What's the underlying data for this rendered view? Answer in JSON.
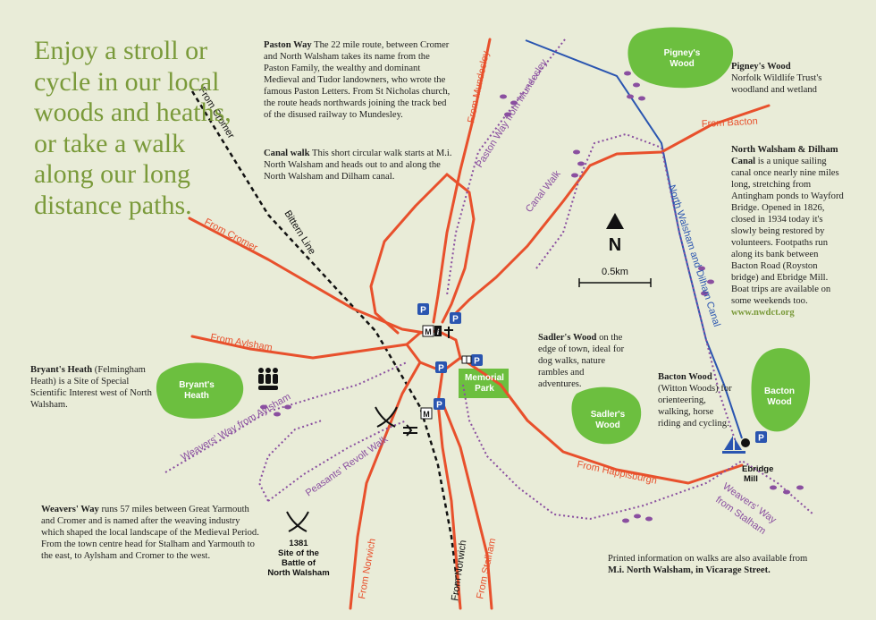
{
  "intro": "Enjoy a stroll or cycle in our local woods and heaths, or take a walk along our long distance paths.",
  "paston": {
    "title": "Paston Way",
    "text": " The 22 mile route, between Cromer and North Walsham takes its name from the Paston Family, the wealthy and dominant Medieval and Tudor landowners, who wrote the famous Paston Letters. From St Nicholas church, the route heads northwards joining the track bed of the disused railway to Mundesley."
  },
  "canal_walk": {
    "title": "Canal walk",
    "text": " This short circular walk starts at M.i. North Walsham and heads out to and along the North Walsham and Dilham canal."
  },
  "pigneys": {
    "title": "Pigney's Wood",
    "text": "Norfolk Wildlife Trust's woodland and wetland"
  },
  "canal_info": {
    "title": "North Walsham & Dilham Canal",
    "text": " is a unique sailing canal once nearly nine miles long, stretching from Antingham ponds to Wayford Bridge. Opened in 1826, closed in 1934 today it's slowly being restored by volunteers. Footpaths run along its bank between Bacton Road (Royston bridge) and Ebridge Mill. Boat trips are available on some weekends too.",
    "link": "www.nwdct.org"
  },
  "sadlers": {
    "title": "Sadler's Wood",
    "text": " on the edge of town, ideal for dog walks, nature rambles and adventures."
  },
  "bacton_wood": {
    "title": "Bacton Wood",
    "text": "(Witton Woods) for orienteering, walking, horse riding and cycling."
  },
  "bryants": {
    "title": "Bryant's Heath",
    "text": " (Felmingham Heath) is a Site of Special Scientific Interest west of North Walsham."
  },
  "weavers": {
    "title": "Weavers' Way",
    "text": " runs 57 miles between Great Yarmouth and Cromer and is named after the weaving industry which shaped the local landscape of the Medieval Period. From the town centre head for Stalham and Yarmouth to the east, to Aylsham and Cromer to the west."
  },
  "printed": {
    "line1": "Printed information on walks are also available from",
    "line2": "M.i. North Walsham, in Vicarage Street."
  },
  "map": {
    "roads": {
      "cromer_w": "From Cromer",
      "mundesley": "From Mundesley",
      "bacton": "From Bacton",
      "aylsham": "From Aylsham",
      "happisburgh": "From Happisburgh",
      "norwich_w": "From Norwich",
      "norwich_e": "From Norwich",
      "stalham": "From Stalham"
    },
    "rail": {
      "from_cromer": "From Cromer",
      "bittern": "Bittern Line"
    },
    "paths": {
      "paston_way": "Paston Way from Mundesley",
      "canal_walk": "Canal Walk",
      "weavers_w": "Weavers' Way from Aylsham",
      "peasants": "Peasants' Revolt Walk",
      "weavers_e_1": "Weavers' Way",
      "weavers_e_2": "from Stalham"
    },
    "canal": "North Walsham and Dilham Canal",
    "woods": {
      "pigneys": [
        "Pigney's",
        "Wood"
      ],
      "bryants": [
        "Bryant's",
        "Heath"
      ],
      "sadlers": [
        "Sadler's",
        "Wood"
      ],
      "bacton": [
        "Bacton",
        "Wood"
      ],
      "memorial": [
        "Memorial",
        "Park"
      ]
    },
    "north": "N",
    "scale": "0.5km",
    "ebridge": [
      "Ebridge",
      "Mill"
    ],
    "battle": [
      "1381",
      "Site of the",
      "Battle of",
      "North Walsham"
    ],
    "parking": "P",
    "info": "M",
    "info2": "i",
    "colors": {
      "road": "#e8502c",
      "path": "#8a4fa0",
      "wood": "#6cbf3f",
      "canal": "#2a55b0",
      "text_green": "#7a9a3a"
    }
  }
}
